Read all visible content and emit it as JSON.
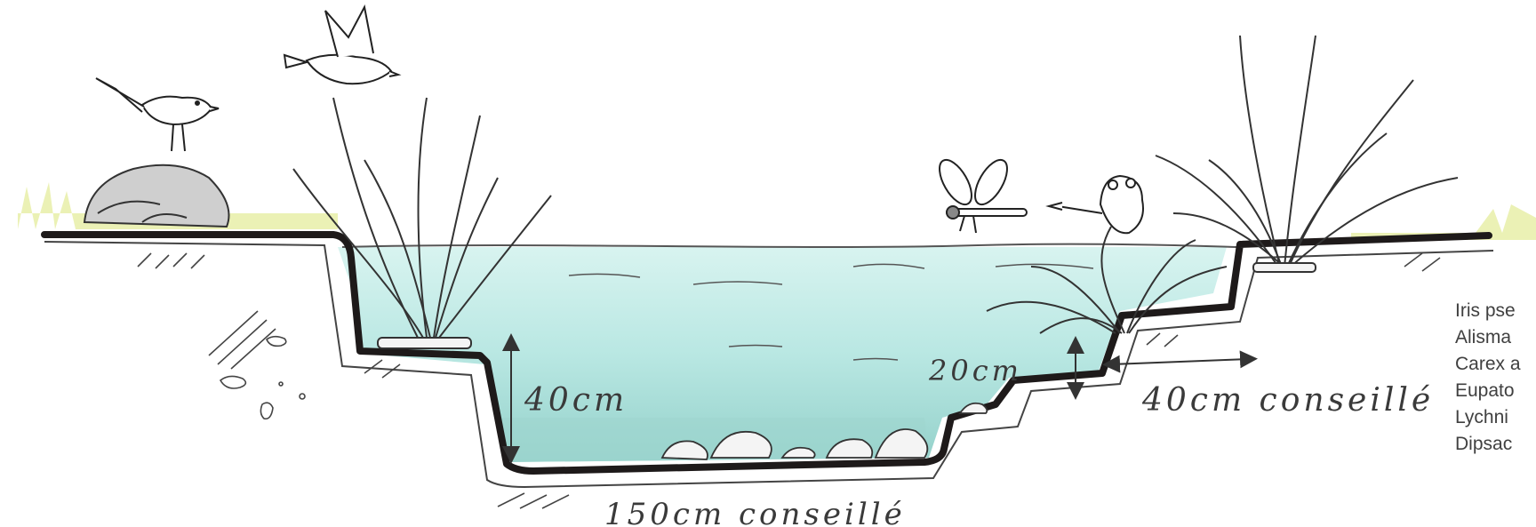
{
  "diagram": {
    "depth_deep_label": "40cm",
    "depth_shelf_label": "20cm",
    "width_bottom_label": "150cm conseillé",
    "width_shelf_label": "40cm conseillé"
  },
  "plant_list": [
    "Iris pse",
    "Alisma",
    "Carex a",
    "Eupato",
    "Lychni",
    "Dipsac"
  ],
  "colors": {
    "water": "#bfe8e4",
    "water_deep": "#8fd3cf",
    "liner": "#1e1a1a",
    "grass": "#dfe89a"
  }
}
